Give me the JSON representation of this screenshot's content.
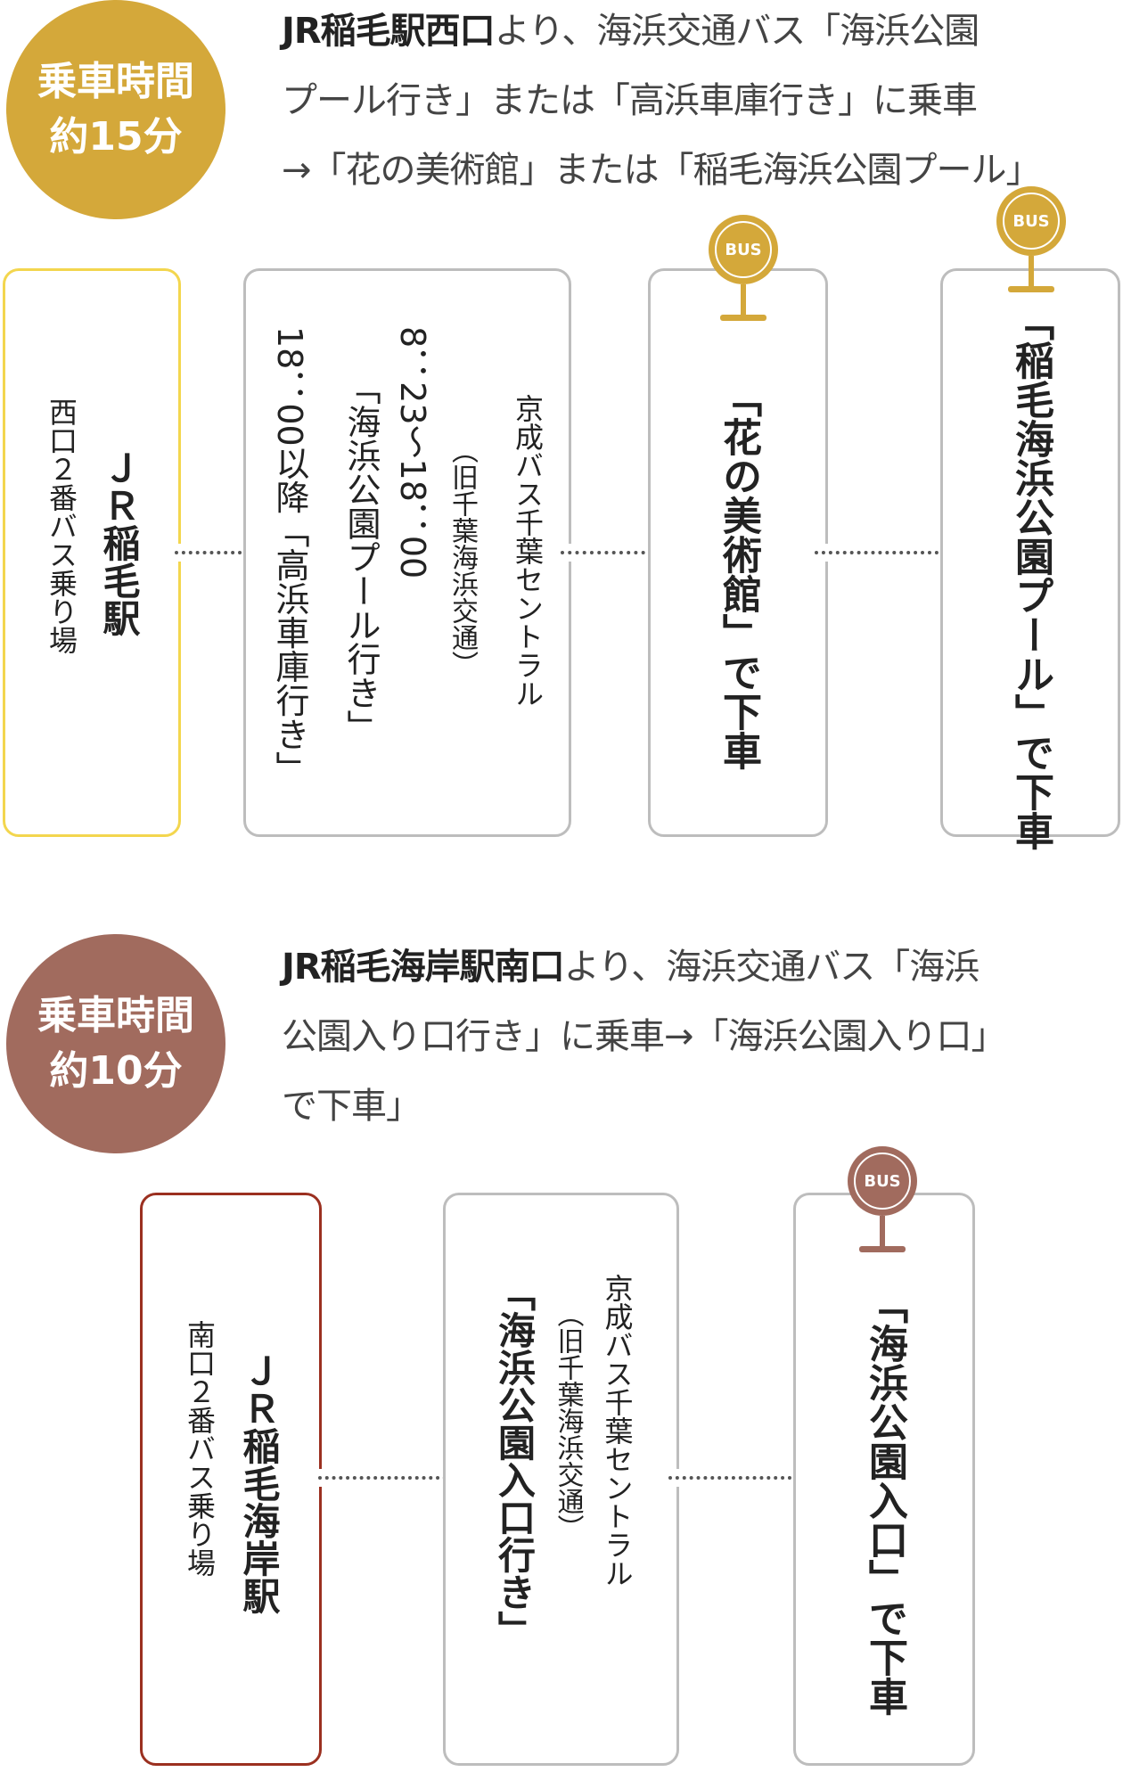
{
  "colors": {
    "gold": "#D4A83A",
    "brown": "#A16B5E",
    "yellow_border": "#F3D64E",
    "red_border": "#9B3020",
    "gray_border": "#BDBDBD"
  },
  "route1": {
    "badge": {
      "line1": "乗車時間",
      "line2": "約15分"
    },
    "intro": {
      "bold": "JR稲毛駅西口",
      "line1_rest": "より、海浜交通バス「海浜公園",
      "line2": "プール行き」または「高浜車庫行き」に乗車",
      "line3": "→「花の美術館」または「稲毛海浜公園プール」"
    },
    "start": {
      "station": "ＪＲ稲毛駅",
      "platform": "西口２番バス乗り場"
    },
    "bus": {
      "company": "京成バス千葉セントラル",
      "former": "（旧千葉海浜交通）",
      "time1": "8：23～18：00",
      "dest1": "「海浜公園プール行き」",
      "time2": "18：00以降",
      "dest2": "「高浜車庫行き」"
    },
    "stop1": "「花の美術館」で下車",
    "stop2": "「稲毛海浜公園プール」で下車",
    "bus_icon": "BUS"
  },
  "route2": {
    "badge": {
      "line1": "乗車時間",
      "line2": "約10分"
    },
    "intro": {
      "bold": "JR稲毛海岸駅南口",
      "line1_rest": "より、海浜交通バス「海浜",
      "line2": "公園入り口行き」に乗車→「海浜公園入り口」",
      "line3": "で下車」"
    },
    "start": {
      "station": "ＪＲ稲毛海岸駅",
      "platform": "南口２番バス乗り場"
    },
    "bus": {
      "company": "京成バス千葉セントラル",
      "former": "（旧千葉海浜交通）",
      "dest": "「海浜公園入口行き」"
    },
    "stop": "「海浜公園入口」で下車",
    "bus_icon": "BUS"
  }
}
